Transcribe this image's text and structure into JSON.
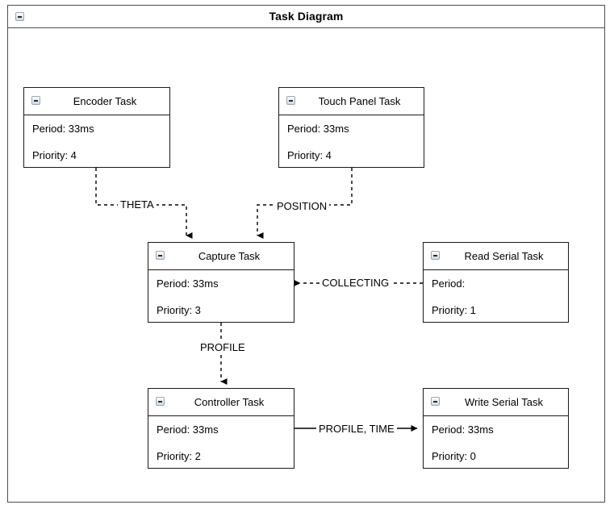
{
  "frame": {
    "title": "Task Diagram",
    "collapse_icon": "minus-box-icon"
  },
  "nodes": [
    {
      "id": "encoder-task",
      "title": "Encoder Task",
      "period": "Period: 33ms",
      "priority": "Priority: 4",
      "collapse_icon": "minus-box-icon"
    },
    {
      "id": "touch-panel-task",
      "title": "Touch Panel Task",
      "period": "Period: 33ms",
      "priority": "Priority: 4",
      "collapse_icon": "minus-box-icon"
    },
    {
      "id": "capture-task",
      "title": "Capture Task",
      "period": "Period: 33ms",
      "priority": "Priority: 3",
      "collapse_icon": "minus-box-icon"
    },
    {
      "id": "read-serial-task",
      "title": "Read Serial Task",
      "period": "Period:",
      "priority": "Priority: 1",
      "collapse_icon": "minus-box-icon"
    },
    {
      "id": "controller-task",
      "title": "Controller Task",
      "period": "Period: 33ms",
      "priority": "Priority: 2",
      "collapse_icon": "minus-box-icon"
    },
    {
      "id": "write-serial-task",
      "title": "Write Serial Task",
      "period": "Period: 33ms",
      "priority": "Priority: 0",
      "collapse_icon": "minus-box-icon"
    }
  ],
  "edges": [
    {
      "id": "theta",
      "label": "THETA",
      "from": "encoder-task",
      "to": "capture-task",
      "style": "dashed"
    },
    {
      "id": "position",
      "label": "POSITION",
      "from": "touch-panel-task",
      "to": "capture-task",
      "style": "dashed"
    },
    {
      "id": "collecting",
      "label": "COLLECTING",
      "from": "read-serial-task",
      "to": "capture-task",
      "style": "dashed"
    },
    {
      "id": "profile",
      "label": "PROFILE",
      "from": "capture-task",
      "to": "controller-task",
      "style": "dashed"
    },
    {
      "id": "profile-time",
      "label": "PROFILE, TIME",
      "from": "controller-task",
      "to": "write-serial-task",
      "style": "solid"
    }
  ],
  "colors": {
    "frame_border": "#4d4d4d",
    "node_border": "#1a1a1a",
    "edge": "#000000",
    "background": "#ffffff"
  }
}
